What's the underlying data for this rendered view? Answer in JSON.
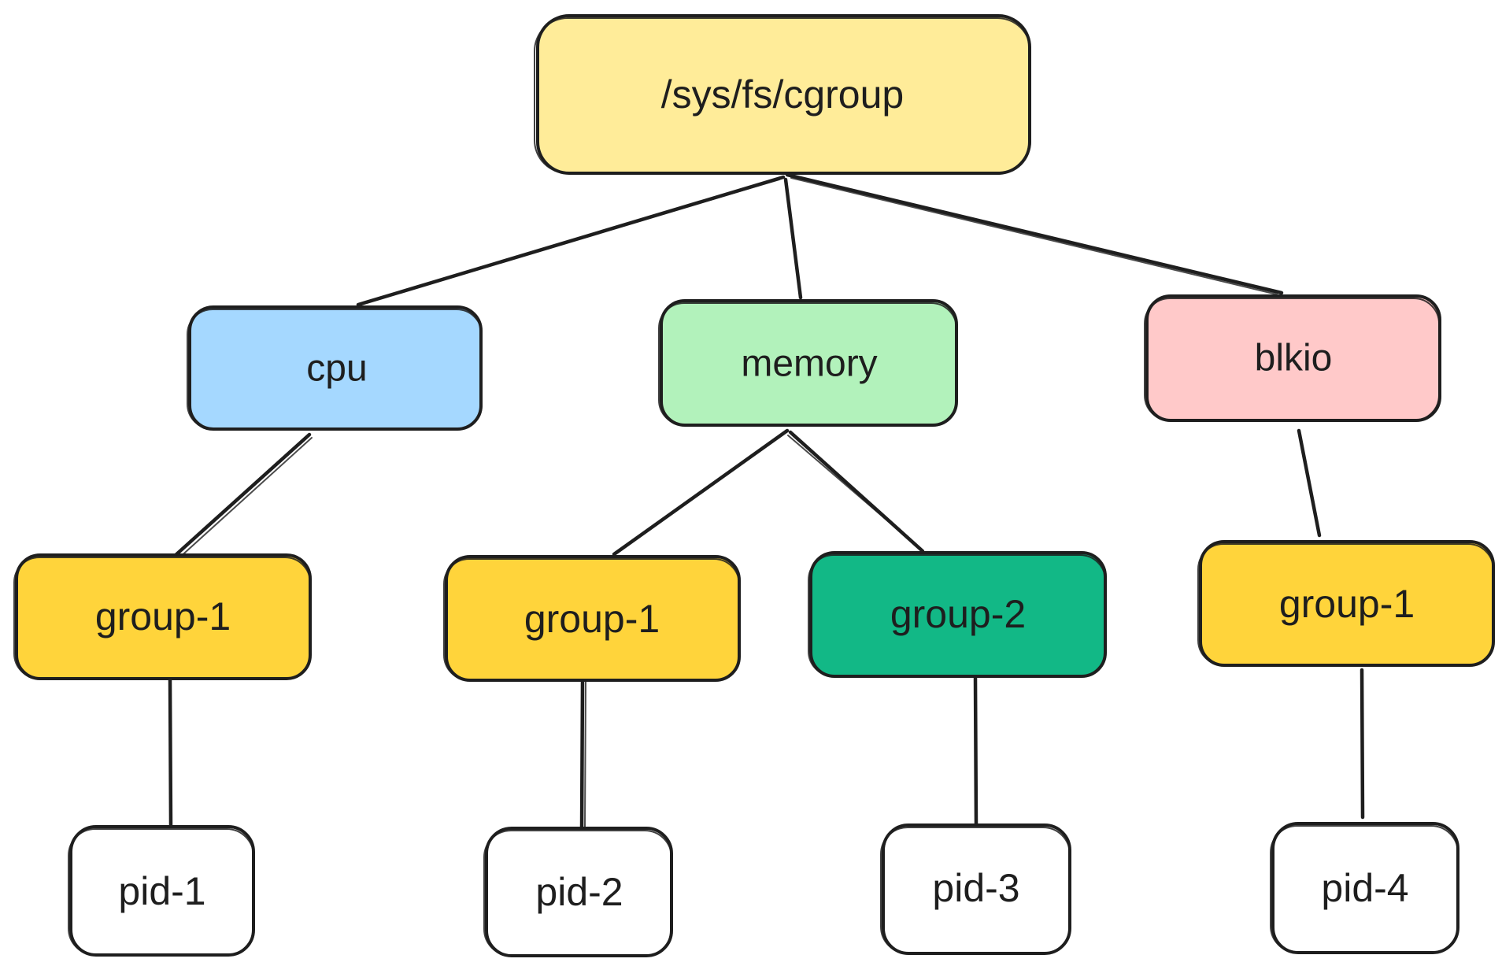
{
  "diagram": {
    "nodes": {
      "root": {
        "label": "/sys/fs/cgroup",
        "fill": "#ffec99"
      },
      "cpu": {
        "label": "cpu",
        "fill": "#a5d8ff"
      },
      "memory": {
        "label": "memory",
        "fill": "#b2f2bb"
      },
      "blkio": {
        "label": "blkio",
        "fill": "#ffc9c9"
      },
      "cpu_group1": {
        "label": "group-1",
        "fill": "#ffd43b"
      },
      "memory_group1": {
        "label": "group-1",
        "fill": "#ffd43b"
      },
      "memory_group2": {
        "label": "group-2",
        "fill": "#12b886"
      },
      "blkio_group1": {
        "label": "group-1",
        "fill": "#ffd43b"
      },
      "pid1": {
        "label": "pid-1",
        "fill": "#ffffff"
      },
      "pid2": {
        "label": "pid-2",
        "fill": "#ffffff"
      },
      "pid3": {
        "label": "pid-3",
        "fill": "#ffffff"
      },
      "pid4": {
        "label": "pid-4",
        "fill": "#ffffff"
      }
    },
    "edges": [
      {
        "from": "root",
        "to": "cpu"
      },
      {
        "from": "root",
        "to": "memory"
      },
      {
        "from": "root",
        "to": "blkio"
      },
      {
        "from": "cpu",
        "to": "cpu_group1"
      },
      {
        "from": "memory",
        "to": "memory_group1"
      },
      {
        "from": "memory",
        "to": "memory_group2"
      },
      {
        "from": "blkio",
        "to": "blkio_group1"
      },
      {
        "from": "cpu_group1",
        "to": "pid1"
      },
      {
        "from": "memory_group1",
        "to": "pid2"
      },
      {
        "from": "memory_group2",
        "to": "pid3"
      },
      {
        "from": "blkio_group1",
        "to": "pid4"
      }
    ]
  }
}
